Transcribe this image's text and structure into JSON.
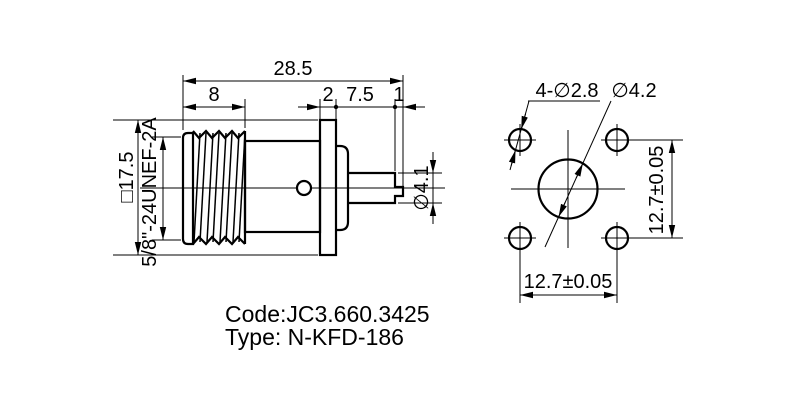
{
  "drawing": {
    "side_view": {
      "dims": {
        "total_length": "28.5",
        "thread_length": "8",
        "flange_thickness": "2",
        "pin_length": "7.5",
        "tip_length": "1",
        "flange_square": "□17.5",
        "thread_spec": "5/8\"-24UNEF-2A",
        "pin_diameter": "∅4.1"
      }
    },
    "front_view": {
      "dims": {
        "mounting_holes": "4-∅2.8",
        "center_hole": "∅4.2",
        "hole_spacing_vertical": "12.7±0.05",
        "hole_spacing_horizontal": "12.7±0.05"
      }
    },
    "notes": {
      "code": "Code:JC3.660.3425",
      "type": "Type: N-KFD-186"
    },
    "colors": {
      "line": "#000000",
      "background": "#ffffff"
    }
  }
}
